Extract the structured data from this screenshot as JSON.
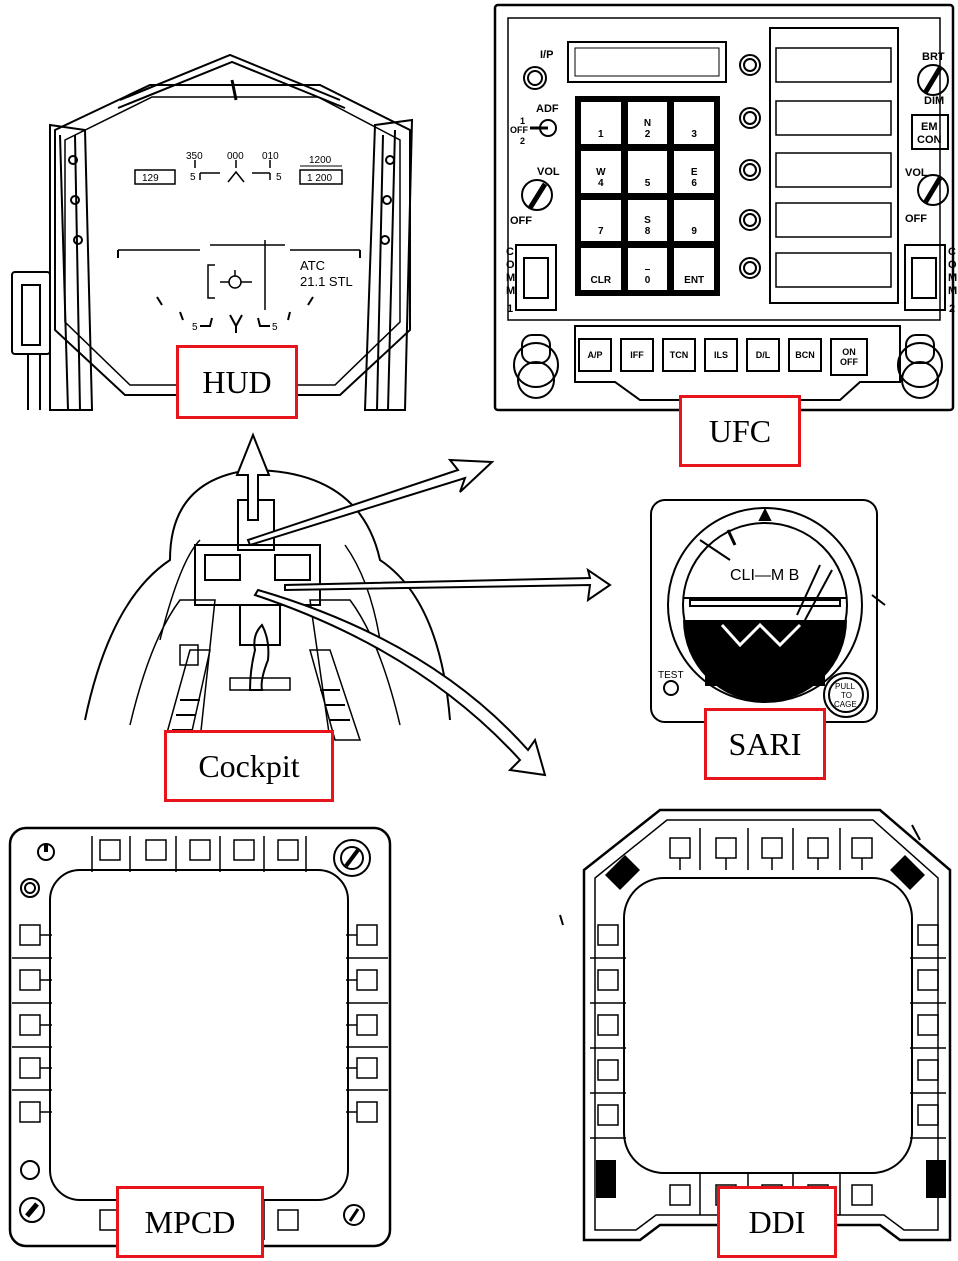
{
  "labels": {
    "hud": "HUD",
    "ufc": "UFC",
    "cockpit": "Cockpit",
    "sari": "SARI",
    "mpcd": "MPCD",
    "ddi": "DDI"
  },
  "hud": {
    "heading_ticks": [
      "350",
      "000",
      "010"
    ],
    "left_box": "129",
    "right_top": "1200",
    "right_box": "1 200",
    "pitch_left": "5",
    "pitch_right": "5",
    "atc": "ATC",
    "atc_value": "21.1 STL",
    "bottom_left": "5",
    "bottom_right": "5"
  },
  "ufc": {
    "ip": "I/P",
    "adf": "ADF",
    "adf_1": "1",
    "adf_off": "OFF",
    "adf_2": "2",
    "vol": "VOL",
    "off": "OFF",
    "comm1": [
      "C",
      "O",
      "M",
      "M"
    ],
    "comm1_num": "1",
    "comm2": [
      "C",
      "O",
      "M",
      "M"
    ],
    "comm2_num": "2",
    "brt": "BRT",
    "dim": "DIM",
    "em": "EM",
    "con": "CON",
    "vol_right": "VOL",
    "off_right": "OFF",
    "keys": [
      {
        "top": "",
        "main": "1"
      },
      {
        "top": "N",
        "main": "2"
      },
      {
        "top": "",
        "main": "3"
      },
      {
        "top": "W",
        "main": "4"
      },
      {
        "top": "",
        "main": "5"
      },
      {
        "top": "E",
        "main": "6"
      },
      {
        "top": "",
        "main": "7"
      },
      {
        "top": "S",
        "main": "8"
      },
      {
        "top": "",
        "main": "9"
      },
      {
        "top": "",
        "main": "CLR"
      },
      {
        "top": "–",
        "main": "0"
      },
      {
        "top": "",
        "main": "ENT"
      }
    ],
    "function_buttons": [
      "A/P",
      "IFF",
      "TCN",
      "ILS",
      "D/L",
      "BCN"
    ],
    "onoff_top": "ON",
    "onoff_bottom": "OFF"
  },
  "sari": {
    "title": "CLI—M B",
    "test": "TEST",
    "pull": "PULL",
    "to": "TO",
    "cage": "CAGE"
  },
  "colors": {
    "label_border": "#e8141c",
    "line": "#000000",
    "background": "#ffffff"
  }
}
